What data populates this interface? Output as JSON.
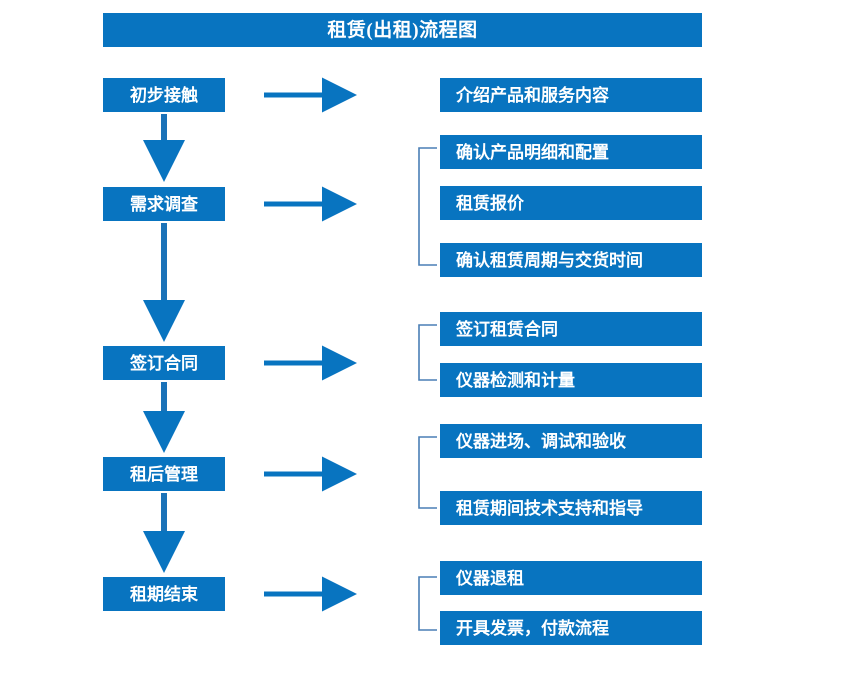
{
  "diagram": {
    "title": "租赁(出租)流程图",
    "accent_color": "#0874c0",
    "text_color": "#ffffff",
    "background_color": "#ffffff",
    "type": "flowchart",
    "orientation": "vertical-with-side-branches"
  },
  "stages": [
    {
      "id": "stage-1",
      "label": "初步接触"
    },
    {
      "id": "stage-2",
      "label": "需求调查"
    },
    {
      "id": "stage-3",
      "label": "签订合同"
    },
    {
      "id": "stage-4",
      "label": "租后管理"
    },
    {
      "id": "stage-5",
      "label": "租期结束"
    }
  ],
  "details": {
    "group1": [
      {
        "label": "介绍产品和服务内容"
      }
    ],
    "group2": [
      {
        "label": "确认产品明细和配置"
      },
      {
        "label": "租赁报价"
      },
      {
        "label": "确认租赁周期与交货时间"
      }
    ],
    "group3": [
      {
        "label": "签订租赁合同"
      },
      {
        "label": "仪器检测和计量"
      }
    ],
    "group4": [
      {
        "label": "仪器进场、调试和验收"
      },
      {
        "label": "租赁期间技术支持和指导"
      }
    ],
    "group5": [
      {
        "label": "仪器退租"
      },
      {
        "label": "开具发票，付款流程"
      }
    ]
  },
  "connectors": {
    "horizontal_arrow_name": "right-arrow-icon",
    "vertical_arrow_name": "down-arrow-icon",
    "bracket_name": "brace-bracket-icon"
  }
}
